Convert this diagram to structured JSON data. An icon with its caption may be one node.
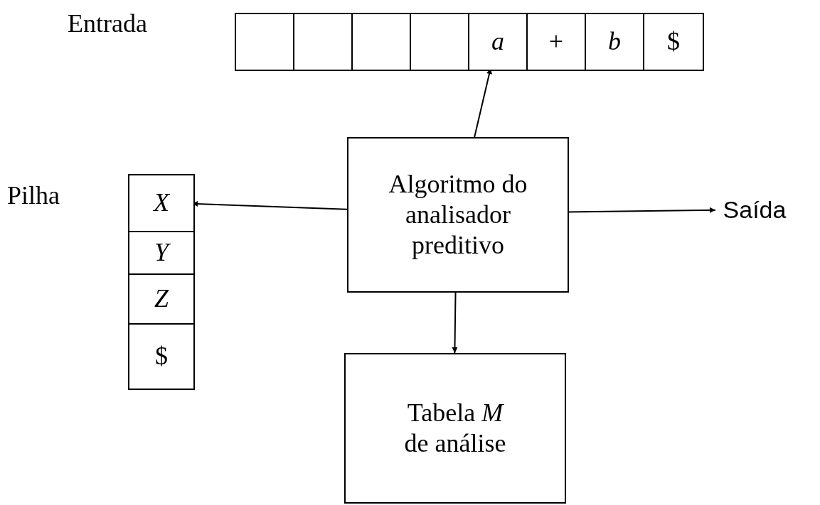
{
  "diagram": {
    "nodes": [
      {
        "text": [],
        "shape": "bar",
        "beside": [
          "Entrada"
        ]
      },
      {
        "text": [],
        "shape": "box",
        "in": 0
      },
      {
        "text": [],
        "shape": "box",
        "in": 0
      },
      {
        "text": [],
        "shape": "box",
        "in": 0
      },
      {
        "text": [],
        "shape": "box",
        "in": 0
      },
      {
        "text": [
          "*a*"
        ],
        "in": 0
      },
      {
        "text": [
          "+"
        ],
        "in": 0
      },
      {
        "text": [
          "*b*"
        ],
        "in": 0
      },
      {
        "text": [
          "$"
        ],
        "in": 0
      },
      {
        "text": [
          "Algoritmo do analisador preditivo"
        ]
      },
      {
        "text": [],
        "shape": "bar",
        "beside": [
          "Pilha"
        ]
      },
      {
        "text": [
          "*X*"
        ],
        "in": 10
      },
      {
        "text": [
          "*Y*"
        ],
        "in": 10
      },
      {
        "text": [
          "*Z*"
        ],
        "in": 10
      },
      {
        "text": [
          "$"
        ],
        "in": 10
      },
      {
        "text": [
          "Saída"
        ]
      },
      {
        "text": [
          "Tabela *M* de análise"
        ]
      }
    ],
    "edges": [
      {
        "from": 9,
        "to": 5,
        "arrow": "to"
      },
      {
        "from": 9,
        "to": 11,
        "arrow": "to"
      },
      {
        "from": 9,
        "to": 15,
        "arrow": "to"
      },
      {
        "from": 9,
        "to": 16,
        "arrow": "to"
      }
    ]
  }
}
